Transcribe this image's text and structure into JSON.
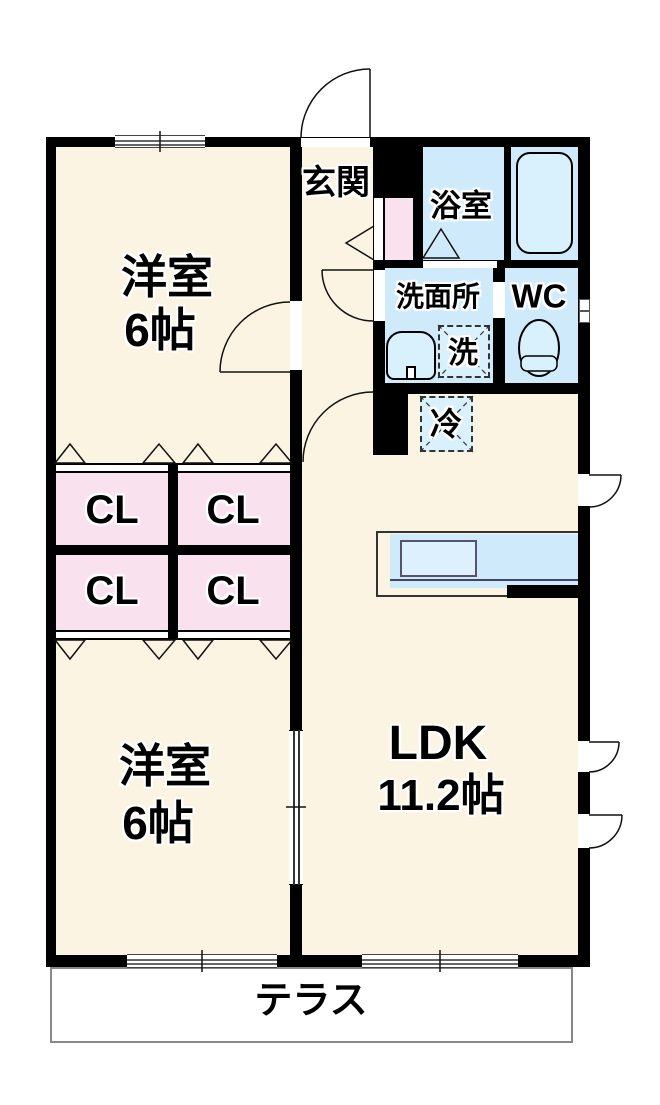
{
  "floorplan": {
    "labels": {
      "genkan": "玄関",
      "bathroom": "浴室",
      "washroom": "洗面所",
      "wc": "WC",
      "washer": "洗",
      "fridge": "冷",
      "closet": "CL",
      "western_room": "洋室",
      "western_room_size": "6帖",
      "ldk": "LDK",
      "ldk_size": "11.2帖",
      "terrace": "テラス"
    },
    "colors": {
      "floor_cream": "#FBF4E2",
      "wet_area_blue": "#CFEBFB",
      "closet_pink": "#F9E2EE",
      "wall_black": "#000000"
    }
  }
}
